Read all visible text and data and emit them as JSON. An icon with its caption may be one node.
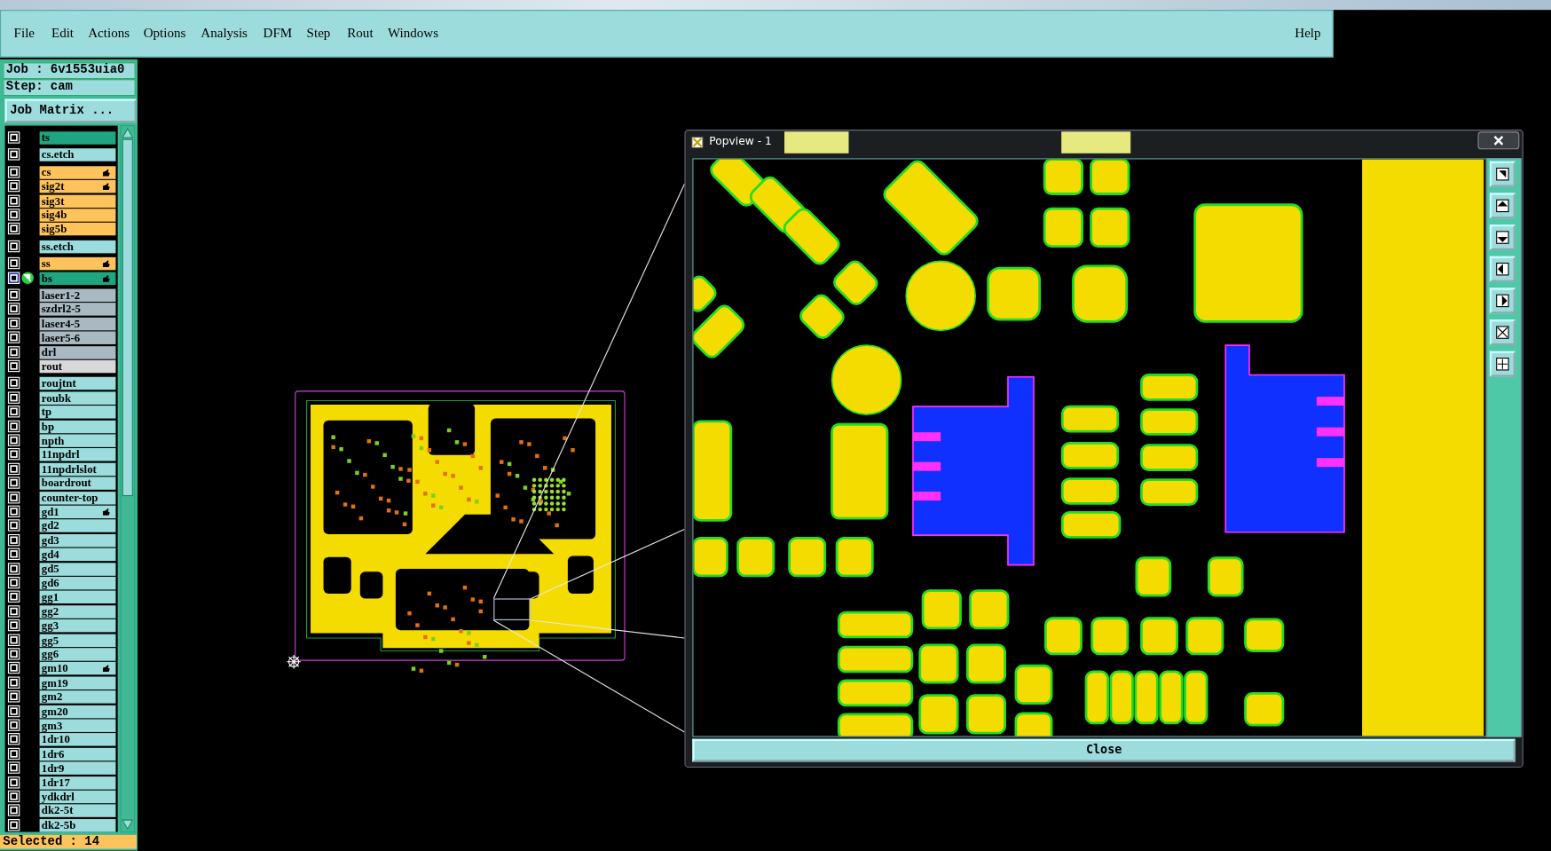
{
  "diagram": {
    "nodes": [
      {
        "text": [],
        "shape": "box"
      },
      {
        "text": [
          "Popview - 1"
        ]
      }
    ],
    "edges": [
      {
        "from": 0,
        "to": 1,
        "arrow": "none"
      },
      {
        "from": 0,
        "to": 1,
        "arrow": "none"
      },
      {
        "from": 0,
        "to": 1,
        "arrow": "none"
      },
      {
        "from": 0,
        "to": 1,
        "arrow": "none"
      }
    ],
    "labels": [
      "File",
      "Edit",
      "Actions",
      "Options",
      "Analysis",
      "DFM",
      "Step",
      "Rout",
      "Windows",
      "Help",
      "Job : 6v1553uia0",
      "Step: cam",
      "Job Matrix ...",
      "ts",
      "cs.etch",
      "cs",
      "sig2t",
      "sig3t",
      "sig4b",
      "sig5b",
      "ss.etch",
      "ss",
      "bs",
      "laser1-2",
      "szdrl2-5",
      "laser4-5",
      "laser5-6",
      "drl",
      "rout",
      "roujtnt",
      "roubk",
      "tp",
      "bp",
      "npth",
      "11npdrl",
      "11npdrlslot",
      "boardrout",
      "counter-top",
      "gd1",
      "gd2",
      "gd3",
      "gd4",
      "gd5",
      "gd6",
      "gg1",
      "gg2",
      "gg3",
      "gg5",
      "gg6",
      "gm10",
      "gm19",
      "gm2",
      "gm20",
      "gm3",
      "1dr10",
      "1dr6",
      "1dr9",
      "1dr17",
      "ydkdrl",
      "dk2-5t",
      "dk2-5b",
      "Selected : 14",
      "Close"
    ]
  }
}
